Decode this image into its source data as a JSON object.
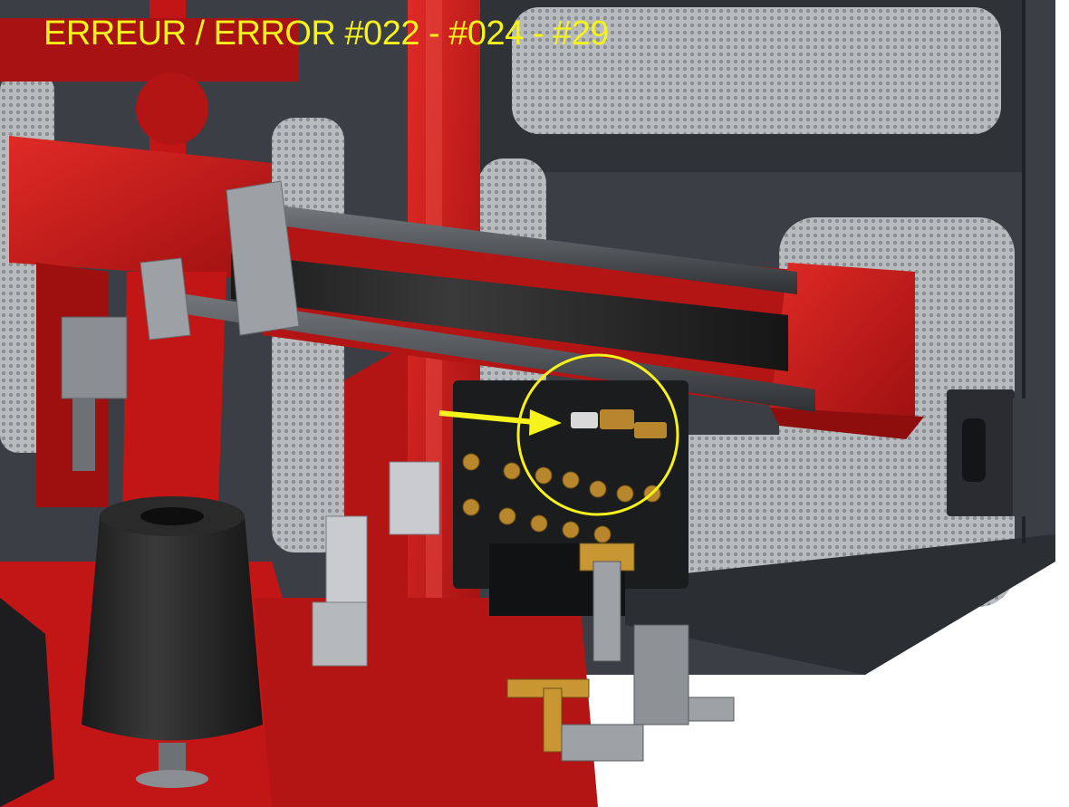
{
  "error_banner": {
    "text": "ERREUR / ERROR #022 - #024 - #29",
    "color": "#f5f21c"
  },
  "annotation": {
    "highlight": "yellow circle",
    "pointer": "yellow arrow",
    "target": "hydraulic valve block fitting"
  },
  "colors": {
    "frame_red": "#c21616",
    "panel_grey": "#3b3f45",
    "mesh_grey": "#8c8f92",
    "rod_dark": "#2a2a2c",
    "brass": "#b8862d",
    "highlight_yellow": "#f5f21c"
  }
}
